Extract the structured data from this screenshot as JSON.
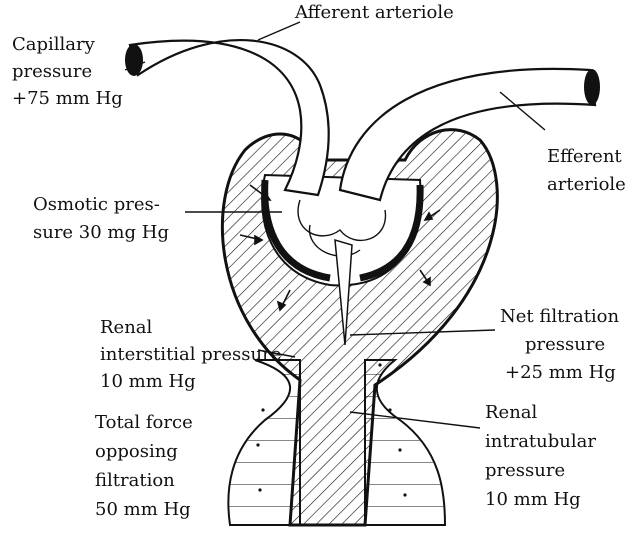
{
  "labels": {
    "afferent": "Afferent arteriole",
    "capillary": [
      "Capillary",
      "pressure",
      "+75 mm Hg"
    ],
    "efferent": [
      "Efferent",
      "arteriole"
    ],
    "osmotic": [
      "Osmotic pres-",
      "sure 30 mg Hg"
    ],
    "renal_interstitial": [
      "Renal",
      "interstitial pressure",
      "10 mm Hg"
    ],
    "net_filtration": [
      "Net filtration",
      "pressure",
      "+25 mm Hg"
    ],
    "total_force": [
      "Total force",
      "opposing",
      "filtration",
      "50 mm Hg"
    ],
    "renal_intratubular": [
      "Renal",
      "intratubular",
      "pressure",
      "10 mm Hg"
    ]
  },
  "colors": {
    "ink": "#111111",
    "paper": "#ffffff"
  }
}
